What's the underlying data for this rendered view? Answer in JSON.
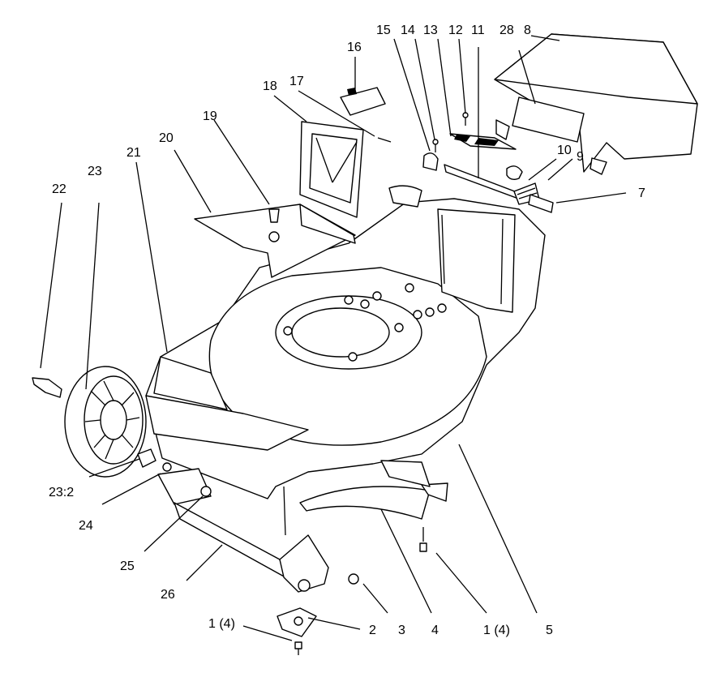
{
  "callouts": [
    {
      "id": "c8",
      "text": "8"
    },
    {
      "id": "c28",
      "text": "28"
    },
    {
      "id": "c11",
      "text": "11"
    },
    {
      "id": "c12",
      "text": "12"
    },
    {
      "id": "c13",
      "text": "13"
    },
    {
      "id": "c14",
      "text": "14"
    },
    {
      "id": "c15",
      "text": "15"
    },
    {
      "id": "c16",
      "text": "16"
    },
    {
      "id": "c17",
      "text": "17"
    },
    {
      "id": "c18",
      "text": "18"
    },
    {
      "id": "c19",
      "text": "19"
    },
    {
      "id": "c20",
      "text": "20"
    },
    {
      "id": "c21",
      "text": "21"
    },
    {
      "id": "c22",
      "text": "22"
    },
    {
      "id": "c23",
      "text": "23"
    },
    {
      "id": "c10",
      "text": "10"
    },
    {
      "id": "c9",
      "text": "9"
    },
    {
      "id": "c7",
      "text": "7"
    },
    {
      "id": "c23_2",
      "text": "23:2"
    },
    {
      "id": "c24",
      "text": "24"
    },
    {
      "id": "c25",
      "text": "25"
    },
    {
      "id": "c26",
      "text": "26"
    },
    {
      "id": "c1a",
      "text": "1 (4)"
    },
    {
      "id": "c2",
      "text": "2"
    },
    {
      "id": "c3",
      "text": "3"
    },
    {
      "id": "c4",
      "text": "4"
    },
    {
      "id": "c1b",
      "text": "1 (4)"
    },
    {
      "id": "c5",
      "text": "5"
    }
  ]
}
